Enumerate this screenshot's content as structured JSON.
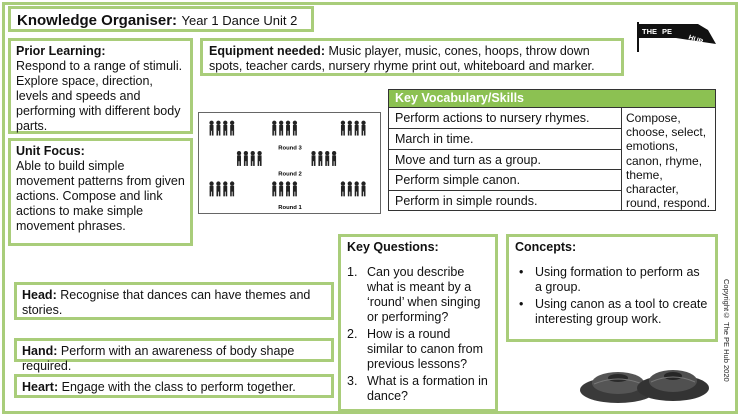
{
  "title": {
    "main": "Knowledge Organiser:",
    "sub": "Year 1 Dance Unit 2"
  },
  "logo": {
    "line1": "THE",
    "line2": "PE",
    "line3": "HUB"
  },
  "prior_learning": {
    "heading": "Prior Learning:",
    "text": "Respond to a range of stimuli. Explore space, direction, levels and speeds and performing with different body parts."
  },
  "unit_focus": {
    "heading": "Unit Focus:",
    "text": "Able to build simple movement patterns from given actions. Compose and link actions to make simple movement phrases."
  },
  "equipment": {
    "heading": "Equipment needed:",
    "text": "Music player, music, cones, hoops, throw down spots, teacher cards, nursery rhyme print out, whiteboard and marker."
  },
  "formation": {
    "labels": [
      "Round 3",
      "Round 2",
      "Round 1"
    ]
  },
  "vocabulary": {
    "heading": "Key Vocabulary/Skills",
    "skills": [
      "Perform actions to nursery rhymes.",
      "March in time.",
      "Move and turn as a group.",
      "Perform simple canon.",
      "Perform in simple rounds."
    ],
    "words": "Compose, choose, select, emotions, canon, rhyme, theme, character, round, respond."
  },
  "key_questions": {
    "heading": "Key Questions:",
    "items": [
      {
        "num": "1.",
        "text": "Can you describe what is meant by a ‘round’ when singing or performing?"
      },
      {
        "num": "2.",
        "text": "How is a round similar to canon from previous lessons?"
      },
      {
        "num": "3.",
        "text": "What is a formation in dance?"
      }
    ]
  },
  "concepts": {
    "heading": "Concepts:",
    "items": [
      "Using formation to perform as a group.",
      "Using canon as a tool to create interesting group work."
    ]
  },
  "head": {
    "heading": "Head:",
    "text": "Recognise that dances can have themes and stories."
  },
  "hand": {
    "heading": "Hand:",
    "text": "Perform with an awareness of body shape required."
  },
  "heart": {
    "heading": "Heart:",
    "text": "Engage with the class to perform together."
  },
  "copyright": "Copyright© The PE Hub 2020",
  "colors": {
    "border": "#a9cd7a",
    "header": "#8cc152"
  }
}
